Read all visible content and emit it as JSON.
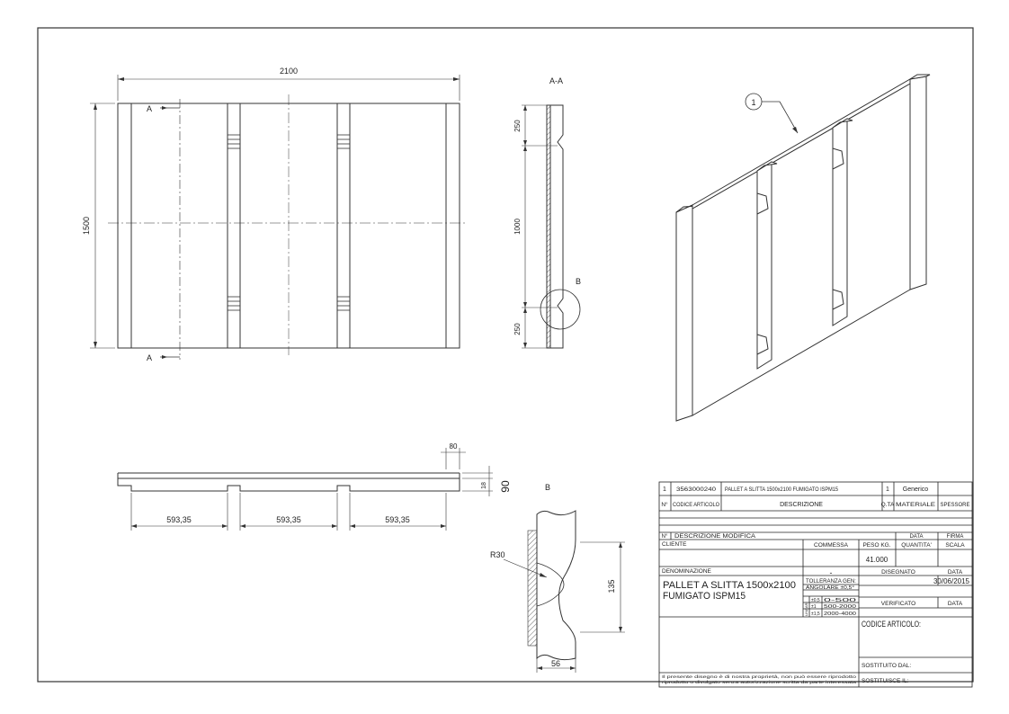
{
  "dimensions": {
    "overall_width": "2100",
    "overall_height": "1500",
    "section_250_top": "250",
    "section_1000": "1000",
    "section_250_bottom": "250",
    "span_1": "593,35",
    "span_2": "593,35",
    "span_3": "593,35",
    "board_80": "80",
    "height_18": "18",
    "height_90": "90",
    "detail_radius": "R30",
    "detail_135": "135",
    "detail_56": "56"
  },
  "labels": {
    "section_a_top": "A",
    "section_a_bottom": "A",
    "section_title": "A-A",
    "detail_marker": "B",
    "detail_title": "B",
    "balloon": "1"
  },
  "title_block": {
    "row_number": "1",
    "article_code": "3563000240",
    "description": "PALLET A SLITTA 1500x2100 FUMIGATO ISPM15",
    "quantity": "1",
    "material": "Generico",
    "hdr_no": "N°",
    "hdr_code": "CODICE ARTICOLO",
    "hdr_description": "DESCRIZIONE",
    "hdr_qty": "Q.TA",
    "hdr_material": "MATERIALE",
    "hdr_thickness": "SPESSORE",
    "mod_no": "N°",
    "mod_description": "DESCRIZIONE MODIFICA",
    "mod_date": "DATA",
    "mod_sign": "FIRMA",
    "client": "CLIENTE",
    "order": "COMMESSA",
    "weight": "PESO KG.",
    "weight_value": "41.000",
    "quantity_label": "QUANTITA'",
    "scale": "SCALA",
    "naming": "DENOMINAZIONE",
    "order_value": "-",
    "drawn": "DISEGNATO",
    "date": "DATA",
    "date_value": "30/06/2015",
    "name_line_1": "PALLET A SLITTA 1500x2100",
    "name_line_2": "FUMIGATO ISPM15",
    "tolerance": "TOLLERANZA GEN:",
    "angular": "ANGOLARE ±0,5°",
    "tol_label": "LINEARI",
    "tol_1": "±0,5",
    "tol_1_range": "0-500",
    "tol_2": "±1",
    "tol_2_range": "500-2000",
    "tol_3": "±1,5",
    "tol_3_range": "2000-4000",
    "verified": "VERIFICATO",
    "verified_date": "DATA",
    "article_code_label": "CODICE ARTICOLO:",
    "replaced_by": "SOSTITUITO DAL:",
    "replaces": "SOSTITUISCE IL:",
    "disclaimer_1": "Il presente disegno è di nostra proprietà, non può essere riprodotto",
    "disclaimer_2": "riprodotto o divulgato senza autorizzazione scritta da parte interessata"
  }
}
